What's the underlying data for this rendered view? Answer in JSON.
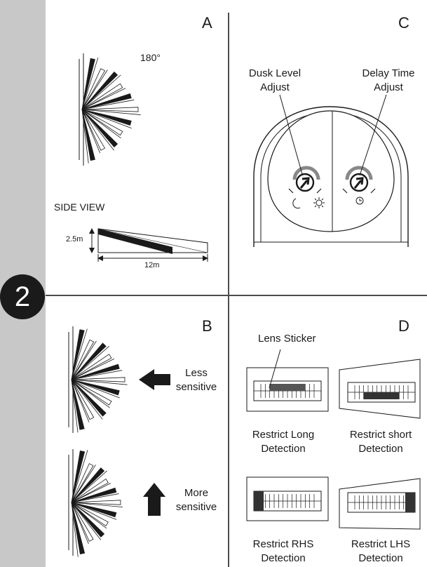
{
  "step_number": "2",
  "panels": {
    "a": {
      "letter": "A",
      "angle_label": "180°",
      "side_view_label": "SIDE VIEW",
      "height_label": "2.5m",
      "distance_label": "12m"
    },
    "b": {
      "letter": "B",
      "less_sensitive": "Less sensitive",
      "more_sensitive": "More sensitive"
    },
    "c": {
      "letter": "C",
      "dusk_label": "Dusk Level Adjust",
      "delay_label": "Delay Time Adjust",
      "icons": [
        "moon-icon",
        "sun-icon",
        "clock-icon"
      ]
    },
    "d": {
      "letter": "D",
      "sticker_label": "Lens Sticker",
      "captions": {
        "long": "Restrict Long Detection",
        "short": "Restrict short Detection",
        "rhs": "Restrict RHS Detection",
        "lhs": "Restrict LHS Detection"
      }
    }
  },
  "colors": {
    "sidebar": "#c8c8c8",
    "ink": "#1a1a1a",
    "divider": "#4d4d4d"
  }
}
